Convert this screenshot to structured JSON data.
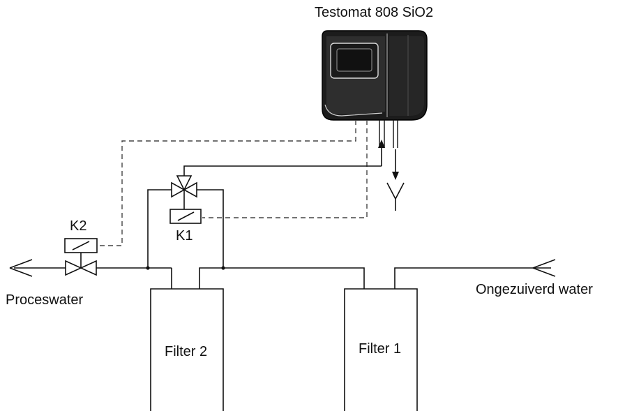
{
  "labels": {
    "device": "Testomat 808 SiO2",
    "k2": "K2",
    "k1": "K1",
    "proceswater": "Proceswater",
    "ongezuiverd": "Ongezuiverd water",
    "filter2": "Filter 2",
    "filter1": "Filter 1"
  },
  "icons": {
    "device": "testomat-analyzer-icon",
    "valve_k2": "two-way-solenoid-valve-icon",
    "valve_k1": "three-way-solenoid-valve-icon",
    "drain": "drain-icon"
  },
  "colors": {
    "line": "#111111",
    "device_body": "#1a1a1a",
    "signal_line": "#444444"
  }
}
